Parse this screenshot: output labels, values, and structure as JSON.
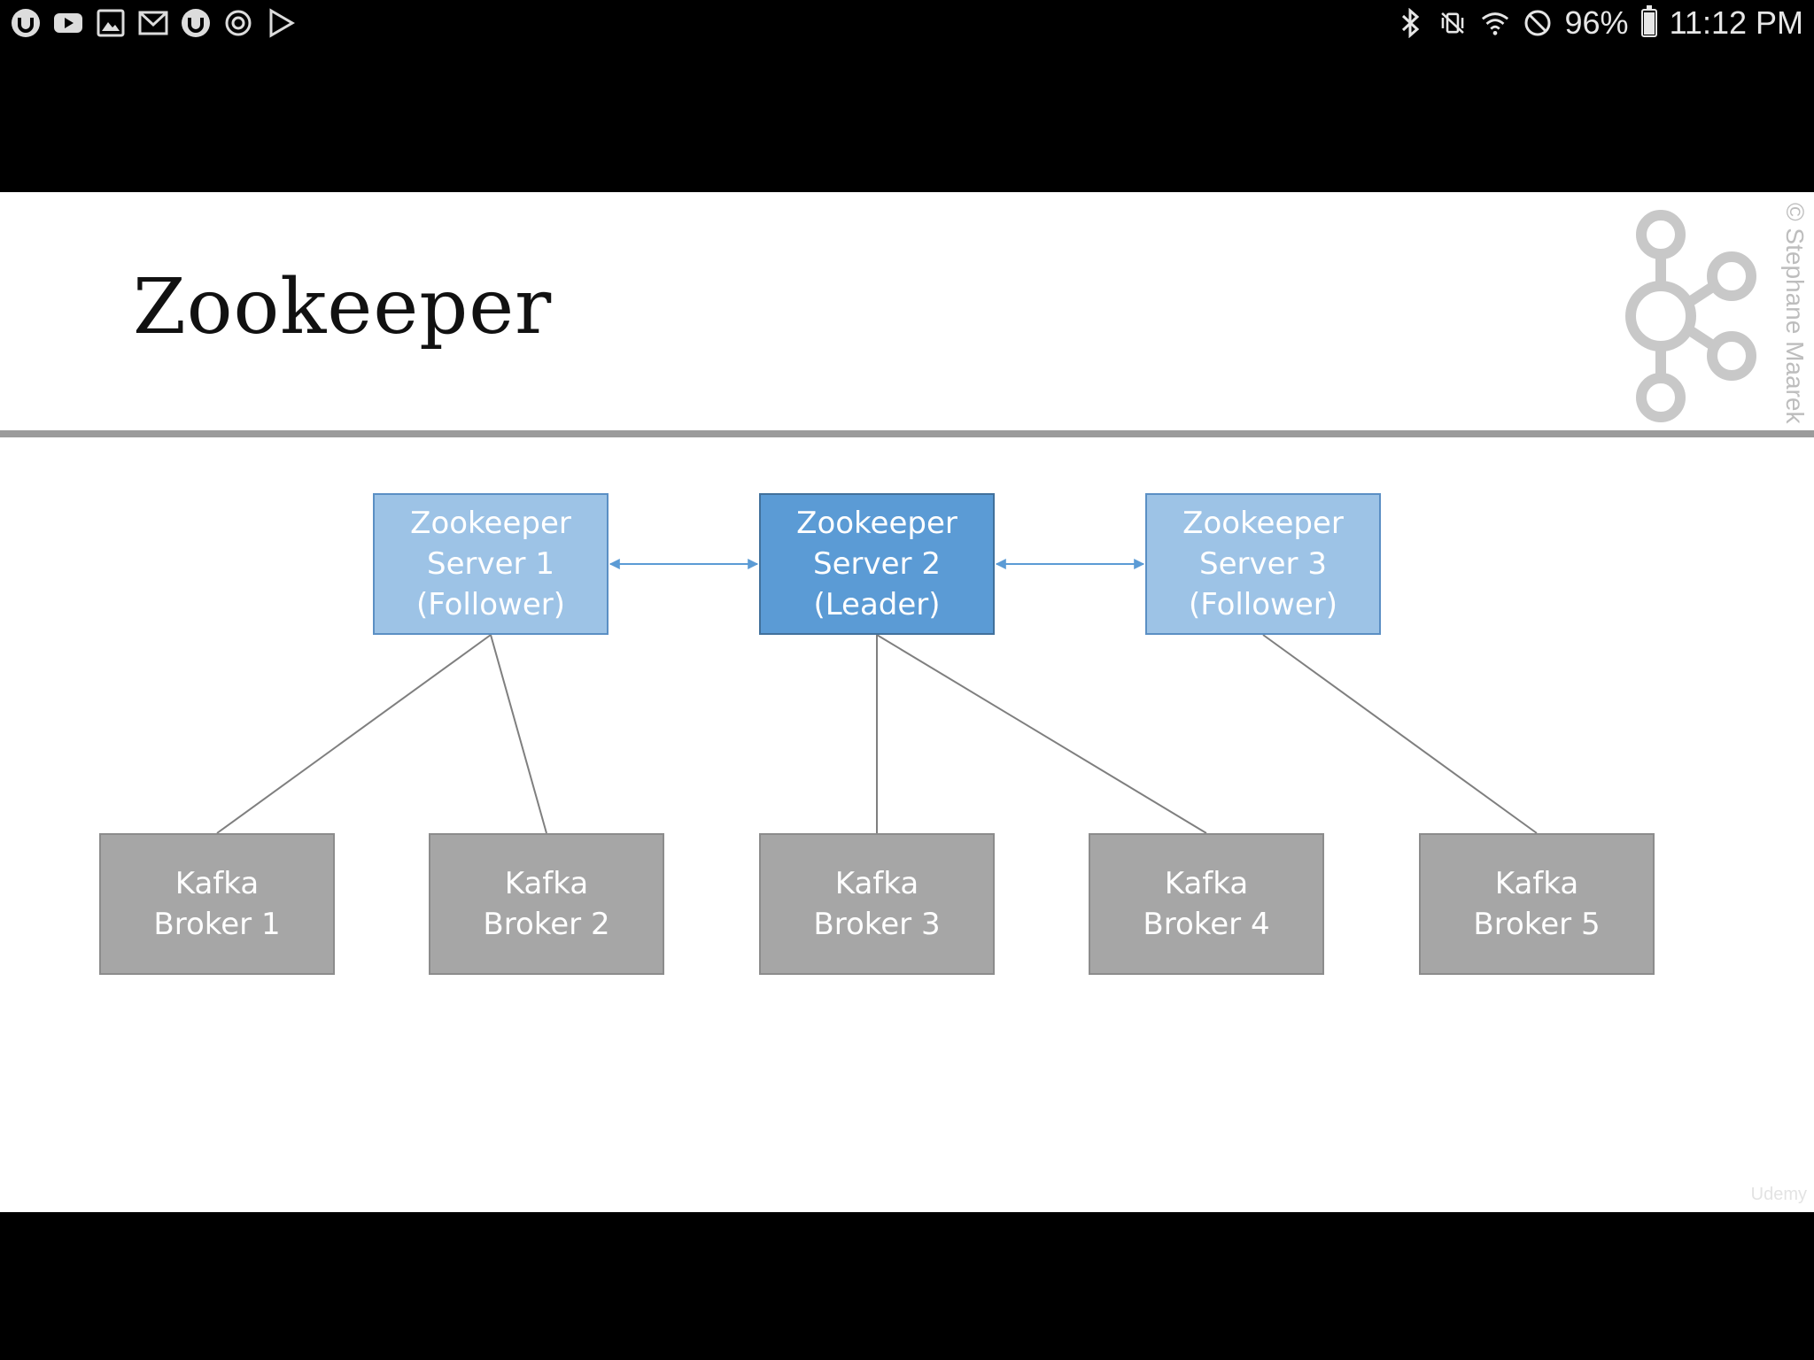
{
  "statusbar": {
    "battery_percent": "96%",
    "time": "11:12 PM",
    "battery_level": 0.96,
    "left_icons": [
      "udemy-icon",
      "youtube-icon",
      "gallery-icon",
      "gmail-icon",
      "udemy-icon",
      "sync-icon",
      "play-store-icon"
    ],
    "right_icons": [
      "bluetooth-icon",
      "vibrate-mute-icon",
      "wifi-icon",
      "do-not-disturb-icon",
      "battery-icon"
    ]
  },
  "slide": {
    "title": "Zookeeper",
    "copyright": "© Stephane Maarek",
    "watermark": "Udemy",
    "colors": {
      "follower": "#9dc3e6",
      "leader": "#5b9bd5",
      "broker": "#a6a6a6",
      "connector": "#7f7f7f",
      "arrow": "#5b9bd5"
    }
  },
  "servers": [
    {
      "label": "Zookeeper\nServer 1\n(Follower)",
      "role": "follower"
    },
    {
      "label": "Zookeeper\nServer 2\n(Leader)",
      "role": "leader"
    },
    {
      "label": "Zookeeper\nServer 3\n(Follower)",
      "role": "follower"
    }
  ],
  "brokers": [
    {
      "label": "Kafka\nBroker 1"
    },
    {
      "label": "Kafka\nBroker 2"
    },
    {
      "label": "Kafka\nBroker 3"
    },
    {
      "label": "Kafka\nBroker 4"
    },
    {
      "label": "Kafka\nBroker 5"
    }
  ],
  "connections": [
    {
      "from": "Zookeeper Server 1",
      "to": "Kafka Broker 1"
    },
    {
      "from": "Zookeeper Server 1",
      "to": "Kafka Broker 2"
    },
    {
      "from": "Zookeeper Server 2",
      "to": "Kafka Broker 3"
    },
    {
      "from": "Zookeeper Server 2",
      "to": "Kafka Broker 4"
    },
    {
      "from": "Zookeeper Server 3",
      "to": "Kafka Broker 5"
    },
    {
      "from": "Zookeeper Server 1",
      "to": "Zookeeper Server 2",
      "bidirectional": true
    },
    {
      "from": "Zookeeper Server 2",
      "to": "Zookeeper Server 3",
      "bidirectional": true
    }
  ]
}
